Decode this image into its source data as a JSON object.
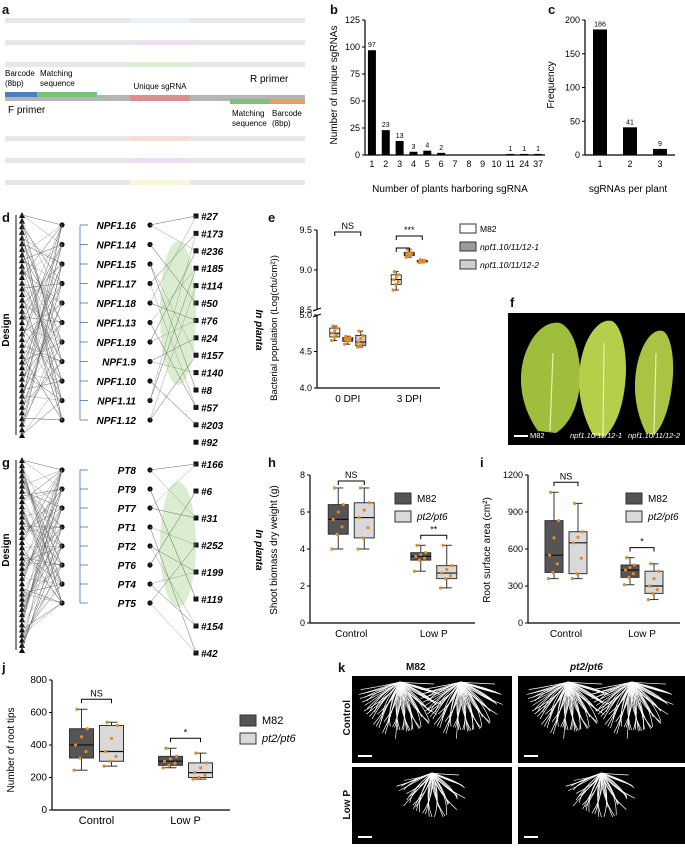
{
  "panels": {
    "a": "a",
    "b": "b",
    "c": "c",
    "d": "d",
    "e": "e",
    "f": "f",
    "g": "g",
    "h": "h",
    "i": "i",
    "j": "j",
    "k": "k"
  },
  "panel_a": {
    "barcode_left": "Barcode",
    "barcode_left_sub": "(8bp)",
    "matching_left": "Matching",
    "matching_left_sub": "sequence",
    "unique": "Unique sgRNA",
    "f_primer": "F primer",
    "r_primer": "R primer",
    "matching_right": "Matching",
    "matching_right_sub": "sequence",
    "barcode_right": "Barcode",
    "barcode_right_sub": "(8bp)"
  },
  "panel_d": {
    "design": "Design",
    "in_planta": "In planta",
    "genes": [
      "NPF1.16",
      "NPF1.14",
      "NPF1.15",
      "NPF1.17",
      "NPF1.18",
      "NPF1.13",
      "NPF1.19",
      "NPF1.9",
      "NPF1.10",
      "NPF1.11",
      "NPF1.12"
    ],
    "plants": [
      "#27",
      "#173",
      "#236",
      "#185",
      "#114",
      "#50",
      "#76",
      "#24",
      "#157",
      "#140",
      "#8",
      "#57",
      "#203",
      "#92"
    ]
  },
  "panel_g": {
    "design": "Design",
    "in_planta": "In planta",
    "genes": [
      "PT8",
      "PT9",
      "PT7",
      "PT1",
      "PT2",
      "PT6",
      "PT4",
      "PT5"
    ],
    "plants": [
      "#166",
      "#6",
      "#31",
      "#252",
      "#199",
      "#119",
      "#154",
      "#42"
    ]
  },
  "panel_f": {
    "labels": [
      "M82",
      "npf1.10/11/12-1",
      "npf1.10/11/12-2"
    ]
  },
  "panel_k": {
    "col1": "M82",
    "col2": "pt2/pt6",
    "row1": "Control",
    "row2": "Low P"
  },
  "colors": {
    "m82_dark": "#555555",
    "mut_light": "#d9d9d9",
    "dot": "#e08a2c",
    "bar": "#000000"
  },
  "chart_data": [
    {
      "id": "b",
      "type": "bar",
      "categories": [
        "1",
        "2",
        "3",
        "4",
        "5",
        "6",
        "7",
        "8",
        "9",
        "10",
        "11",
        "24",
        "37"
      ],
      "values": [
        97,
        23,
        13,
        3,
        4,
        2,
        0,
        0,
        0,
        0,
        1,
        1,
        1
      ],
      "data_labels": [
        "97",
        "23",
        "13",
        "3",
        "4",
        "2",
        "",
        "",
        "",
        "",
        "1",
        "1",
        "1"
      ],
      "xlabel": "Number of plants harboring sgRNA",
      "ylabel": "Number of unique sgRNAs",
      "ylim": [
        0,
        125
      ],
      "yticks": [
        "0",
        "25",
        "50",
        "75",
        "100",
        "125"
      ]
    },
    {
      "id": "c",
      "type": "bar",
      "categories": [
        "1",
        "2",
        "3"
      ],
      "values": [
        186,
        41,
        9
      ],
      "data_labels": [
        "186",
        "41",
        "9"
      ],
      "xlabel": "sgRNAs per plant",
      "ylabel": "Frequency",
      "ylim": [
        0,
        200
      ],
      "yticks": [
        "0",
        "50",
        "100",
        "150",
        "200"
      ]
    },
    {
      "id": "e",
      "type": "box",
      "ylabel": "Bacterial population (Log(cfu/cm²))",
      "groups": [
        "0 DPI",
        "3 DPI"
      ],
      "legend": [
        "M82",
        "npf1.10/11/12-1",
        "npf1.10/11/12-2"
      ],
      "yticks_top": [
        "8.5",
        "9.0",
        "9.5"
      ],
      "yticks_bottom": [
        "4.0",
        "4.5",
        "5.0"
      ],
      "sig": [
        "NS",
        "***"
      ],
      "boxes": [
        {
          "g": 0,
          "s": 0,
          "min": 4.65,
          "q1": 4.7,
          "med": 4.75,
          "q3": 4.82,
          "max": 4.85
        },
        {
          "g": 0,
          "s": 1,
          "min": 4.6,
          "q1": 4.64,
          "med": 4.67,
          "q3": 4.69,
          "max": 4.71
        },
        {
          "g": 0,
          "s": 2,
          "min": 4.56,
          "q1": 4.58,
          "med": 4.63,
          "q3": 4.72,
          "max": 4.78
        },
        {
          "g": 1,
          "s": 0,
          "min": 8.75,
          "q1": 8.82,
          "med": 8.88,
          "q3": 8.94,
          "max": 8.98
        },
        {
          "g": 1,
          "s": 1,
          "min": 9.16,
          "q1": 9.18,
          "med": 9.2,
          "q3": 9.22,
          "max": 9.26
        },
        {
          "g": 1,
          "s": 2,
          "min": 9.09,
          "q1": 9.1,
          "med": 9.11,
          "q3": 9.12,
          "max": 9.13
        }
      ]
    },
    {
      "id": "h",
      "type": "box",
      "ylabel": "Shoot biomass dry weight (g)",
      "groups": [
        "Control",
        "Low P"
      ],
      "legend": [
        "M82",
        "pt2/pt6"
      ],
      "ylim": [
        0,
        8
      ],
      "yticks": [
        "0",
        "2",
        "4",
        "6",
        "8"
      ],
      "sig": [
        "NS",
        "**"
      ],
      "boxes": [
        {
          "g": 0,
          "s": 0,
          "min": 4.0,
          "q1": 4.8,
          "med": 5.6,
          "q3": 6.4,
          "max": 7.3
        },
        {
          "g": 0,
          "s": 1,
          "min": 4.0,
          "q1": 4.6,
          "med": 5.7,
          "q3": 6.5,
          "max": 7.3
        },
        {
          "g": 1,
          "s": 0,
          "min": 2.8,
          "q1": 3.4,
          "med": 3.6,
          "q3": 3.8,
          "max": 4.2
        },
        {
          "g": 1,
          "s": 1,
          "min": 1.9,
          "q1": 2.4,
          "med": 2.7,
          "q3": 3.1,
          "max": 4.2
        }
      ]
    },
    {
      "id": "i",
      "type": "box",
      "ylabel": "Root surface area (cm²)",
      "groups": [
        "Control",
        "Low P"
      ],
      "legend": [
        "M82",
        "pt2/pt6"
      ],
      "ylim": [
        0,
        1200
      ],
      "yticks": [
        "0",
        "300",
        "600",
        "900",
        "1200"
      ],
      "sig": [
        "NS",
        "*"
      ],
      "boxes": [
        {
          "g": 0,
          "s": 0,
          "min": 360,
          "q1": 410,
          "med": 550,
          "q3": 830,
          "max": 1060
        },
        {
          "g": 0,
          "s": 1,
          "min": 360,
          "q1": 400,
          "med": 650,
          "q3": 740,
          "max": 970
        },
        {
          "g": 1,
          "s": 0,
          "min": 310,
          "q1": 370,
          "med": 430,
          "q3": 470,
          "max": 530
        },
        {
          "g": 1,
          "s": 1,
          "min": 190,
          "q1": 240,
          "med": 300,
          "q3": 420,
          "max": 480
        }
      ]
    },
    {
      "id": "j",
      "type": "box",
      "ylabel": "Number of root tips",
      "groups": [
        "Control",
        "Low P"
      ],
      "legend": [
        "M82",
        "pt2/pt6"
      ],
      "ylim": [
        0,
        800
      ],
      "yticks": [
        "0",
        "200",
        "400",
        "600",
        "800"
      ],
      "sig": [
        "NS",
        "*"
      ],
      "boxes": [
        {
          "g": 0,
          "s": 0,
          "min": 245,
          "q1": 320,
          "med": 400,
          "q3": 500,
          "max": 620
        },
        {
          "g": 0,
          "s": 1,
          "min": 270,
          "q1": 300,
          "med": 360,
          "q3": 520,
          "max": 540
        },
        {
          "g": 1,
          "s": 0,
          "min": 260,
          "q1": 275,
          "med": 300,
          "q3": 330,
          "max": 380
        },
        {
          "g": 1,
          "s": 1,
          "min": 190,
          "q1": 200,
          "med": 230,
          "q3": 290,
          "max": 350
        }
      ]
    }
  ]
}
